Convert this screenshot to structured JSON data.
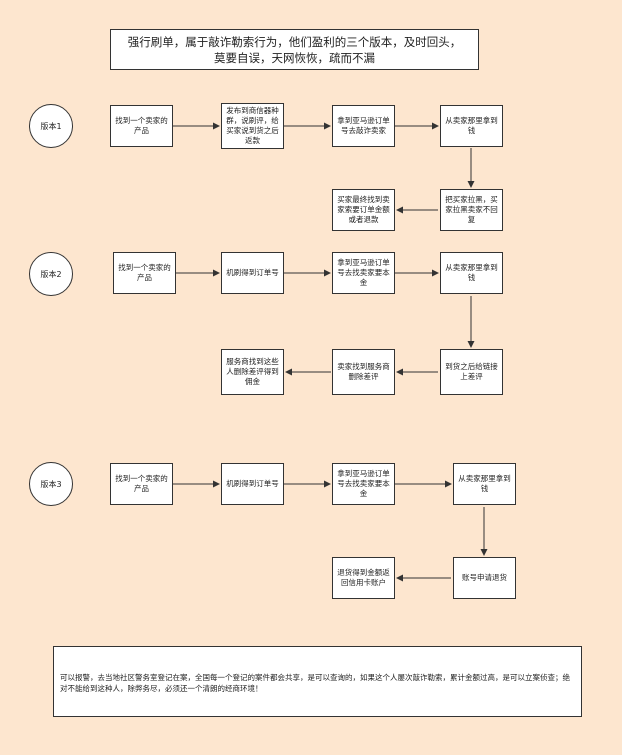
{
  "title": "强行刷单，属于敲诈勒索行为，他们盈利的三个版本，及时回头，莫要自误，天网恢恢，疏而不漏",
  "version1": {
    "label": "版本1",
    "step1": "找到一个卖家的产品",
    "step2": "发布到商信器种群，说刷评，给买家说到货之后返款",
    "step3": "拿到亚马逊订单号去敲诈卖家",
    "step4": "从卖家那里拿到钱",
    "step5": "把买家拉黑，买家拉黑卖家不回复",
    "step6": "买家最终找到卖家索要订单金额或者退款"
  },
  "version2": {
    "label": "版本2",
    "step1": "找到一个卖家的产品",
    "step2": "机刷得到订单号",
    "step3": "拿到亚马逊订单号去找卖家要本金",
    "step4": "从卖家那里拿到钱",
    "step5": "到货之后给链接上差评",
    "step6": "卖家找到服务商删除差评",
    "step7": "服务商找到这些人删除差评得到佣金"
  },
  "version3": {
    "label": "版本3",
    "step1": "找到一个卖家的产品",
    "step2": "机刷得到订单号",
    "step3": "拿到亚马逊订单号去找卖家要本金",
    "step4": "从卖家那里拿到钱",
    "step5": "账号申请退货",
    "step6": "退货得到金额返回信用卡账户"
  },
  "note": "可以报警，去当地社区警务室登记在案，全国每一个登记的案件都会共享，是可以查询的，如果这个人屡次敲诈勒索，累计金额过高，是可以立案侦查；绝对不能给到这种人，除弊务尽，必须还一个清朗的经商环境！"
}
